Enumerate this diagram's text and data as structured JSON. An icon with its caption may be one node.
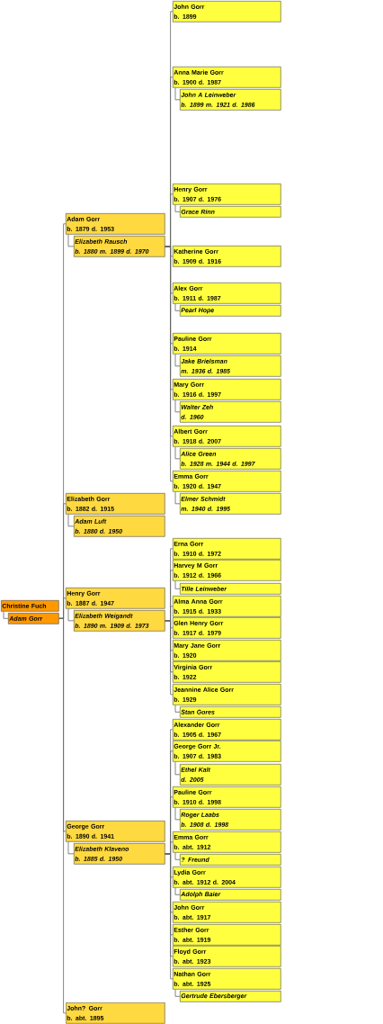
{
  "diagram": {
    "nodes": [
      {
        "text": [
          "Christine Fuch"
        ]
      },
      {
        "text": [
          "Adam Gorr"
        ]
      },
      {
        "text": [
          "Adam Gorr",
          "b. 1879 d. 1953"
        ]
      },
      {
        "text": [
          "Elizabeth Rausch",
          "b. 1880 m. 1899 d. 1970"
        ]
      },
      {
        "text": [
          "John Gorr",
          "b. 1899"
        ]
      },
      {
        "text": [
          "Anna Marie Gorr",
          "b. 1900 d. 1987"
        ]
      },
      {
        "text": [
          "John A Leinweber",
          "b. 1899 m. 1921 d. 1986"
        ]
      },
      {
        "text": [
          "Henry Gorr",
          "b. 1907 d. 1976"
        ]
      },
      {
        "text": [
          "Grace Rinn"
        ]
      },
      {
        "text": [
          "Katherine Gorr",
          "b. 1909 d. 1916"
        ]
      },
      {
        "text": [
          "Alex Gorr",
          "b. 1911 d. 1987"
        ]
      },
      {
        "text": [
          "Pearl Hope"
        ]
      },
      {
        "text": [
          "Pauline Gorr",
          "b. 1914"
        ]
      },
      {
        "text": [
          "Jake Brielsman",
          "m. 1936 d. 1985"
        ]
      },
      {
        "text": [
          "Mary Gorr",
          "b. 1916 d. 1997"
        ]
      },
      {
        "text": [
          "Walter Zeh",
          "d. 1960"
        ]
      },
      {
        "text": [
          "Albert Gorr",
          "b. 1918 d. 2007"
        ]
      },
      {
        "text": [
          "Alice Green",
          "b. 1928 m. 1944 d. 1997"
        ]
      },
      {
        "text": [
          "Emma Gorr",
          "b. 1920 d. 1947"
        ]
      },
      {
        "text": [
          "Elmer Schmidt",
          "m. 1940 d. 1995"
        ]
      },
      {
        "text": [
          "Elizabeth Gorr",
          "b. 1882 d. 1915"
        ]
      },
      {
        "text": [
          "Adam Luft",
          "b. 1880 d. 1950"
        ]
      },
      {
        "text": [
          "Henry Gorr",
          "b. 1887 d. 1947"
        ]
      },
      {
        "text": [
          "Elizabeth Weigandt",
          "b. 1890 m. 1909 d. 1973"
        ]
      },
      {
        "text": [
          "Erna Gorr",
          "b. 1910 d. 1972"
        ]
      },
      {
        "text": [
          "Harvey M Gorr",
          "b. 1912 d. 1966"
        ]
      },
      {
        "text": [
          "Tille Leinweber"
        ]
      },
      {
        "text": [
          "Alma Anna Gorr",
          "b. 1915 d. 1933"
        ]
      },
      {
        "text": [
          "Glen Henry Gorr",
          "b. 1917 d. 1979"
        ]
      },
      {
        "text": [
          "Mary Jane Gorr",
          "b. 1920"
        ]
      },
      {
        "text": [
          "Virginia Gorr",
          "b. 1922"
        ]
      },
      {
        "text": [
          "Jeannine Alice Gorr",
          "b. 1929"
        ]
      },
      {
        "text": [
          "Stan Gores"
        ]
      },
      {
        "text": [
          "George Gorr",
          "b. 1890 d. 1941"
        ]
      },
      {
        "text": [
          "Elizabeth Klaveno",
          "b. 1885 d. 1950"
        ]
      },
      {
        "text": [
          "Alexander Gorr",
          "b. 1905 d. 1967"
        ]
      },
      {
        "text": [
          "George Gorr Jr.",
          "b. 1907 d. 1983"
        ]
      },
      {
        "text": [
          "Ethel Kalt",
          "d. 2005"
        ]
      },
      {
        "text": [
          "Pauline Gorr",
          "b. 1910 d. 1998"
        ]
      },
      {
        "text": [
          "Roger Laabs",
          "b. 1908 d. 1998"
        ]
      },
      {
        "text": [
          "Emma Gorr",
          "b. abt. 1912"
        ]
      },
      {
        "text": [
          "? Freund"
        ]
      },
      {
        "text": [
          "Lydia Gorr",
          "b. abt. 1912 d. 2004"
        ]
      },
      {
        "text": [
          "Adolph Baier"
        ]
      },
      {
        "text": [
          "John Gorr",
          "b. abt. 1917"
        ]
      },
      {
        "text": [
          "Esther Gorr",
          "b. abt. 1919"
        ]
      },
      {
        "text": [
          "Floyd Gorr",
          "b. abt. 1923"
        ]
      },
      {
        "text": [
          "Nathan Gorr",
          "b. abt. 1925"
        ]
      },
      {
        "text": [
          "Gertrude Ebersberger"
        ]
      },
      {
        "text": [
          "John? Gorr",
          "b. abt. 1895"
        ]
      }
    ],
    "edges": [
      {
        "from": 0,
        "to": 1,
        "arrow": "none"
      },
      {
        "from": 2,
        "to": 3,
        "arrow": "none"
      },
      {
        "from": 5,
        "to": 6,
        "arrow": "none"
      },
      {
        "from": 7,
        "to": 8,
        "arrow": "none"
      },
      {
        "from": 10,
        "to": 11,
        "arrow": "none"
      },
      {
        "from": 12,
        "to": 13,
        "arrow": "none"
      },
      {
        "from": 14,
        "to": 15,
        "arrow": "none"
      },
      {
        "from": 16,
        "to": 17,
        "arrow": "none"
      },
      {
        "from": 18,
        "to": 19,
        "arrow": "none"
      },
      {
        "from": 20,
        "to": 21,
        "arrow": "none"
      },
      {
        "from": 22,
        "to": 23,
        "arrow": "none"
      },
      {
        "from": 25,
        "to": 26,
        "arrow": "none"
      },
      {
        "from": 31,
        "to": 32,
        "arrow": "none"
      },
      {
        "from": 33,
        "to": 34,
        "arrow": "none"
      },
      {
        "from": 36,
        "to": 37,
        "arrow": "none"
      },
      {
        "from": 38,
        "to": 39,
        "arrow": "none"
      },
      {
        "from": 40,
        "to": 41,
        "arrow": "none"
      },
      {
        "from": 42,
        "to": 43,
        "arrow": "none"
      },
      {
        "from": 47,
        "to": 48,
        "arrow": "none"
      },
      {
        "from": 1,
        "to": 2,
        "arrow": "none"
      },
      {
        "from": 1,
        "to": 20,
        "arrow": "none"
      },
      {
        "from": 1,
        "to": 22,
        "arrow": "none"
      },
      {
        "from": 1,
        "to": 33,
        "arrow": "none"
      },
      {
        "from": 1,
        "to": 49,
        "arrow": "none"
      },
      {
        "from": 3,
        "to": 4,
        "arrow": "none"
      },
      {
        "from": 3,
        "to": 5,
        "arrow": "none"
      },
      {
        "from": 3,
        "to": 7,
        "arrow": "none"
      },
      {
        "from": 3,
        "to": 9,
        "arrow": "none"
      },
      {
        "from": 3,
        "to": 10,
        "arrow": "none"
      },
      {
        "from": 3,
        "to": 12,
        "arrow": "none"
      },
      {
        "from": 3,
        "to": 14,
        "arrow": "none"
      },
      {
        "from": 3,
        "to": 16,
        "arrow": "none"
      },
      {
        "from": 3,
        "to": 18,
        "arrow": "none"
      },
      {
        "from": 23,
        "to": 24,
        "arrow": "none"
      },
      {
        "from": 23,
        "to": 25,
        "arrow": "none"
      },
      {
        "from": 23,
        "to": 27,
        "arrow": "none"
      },
      {
        "from": 23,
        "to": 28,
        "arrow": "none"
      },
      {
        "from": 23,
        "to": 29,
        "arrow": "none"
      },
      {
        "from": 23,
        "to": 30,
        "arrow": "none"
      },
      {
        "from": 23,
        "to": 31,
        "arrow": "none"
      },
      {
        "from": 34,
        "to": 35,
        "arrow": "none"
      },
      {
        "from": 34,
        "to": 36,
        "arrow": "none"
      },
      {
        "from": 34,
        "to": 38,
        "arrow": "none"
      },
      {
        "from": 34,
        "to": 40,
        "arrow": "none"
      },
      {
        "from": 34,
        "to": 42,
        "arrow": "none"
      },
      {
        "from": 34,
        "to": 44,
        "arrow": "none"
      },
      {
        "from": 34,
        "to": 45,
        "arrow": "none"
      },
      {
        "from": 34,
        "to": 46,
        "arrow": "none"
      },
      {
        "from": 34,
        "to": 47,
        "arrow": "none"
      }
    ]
  }
}
